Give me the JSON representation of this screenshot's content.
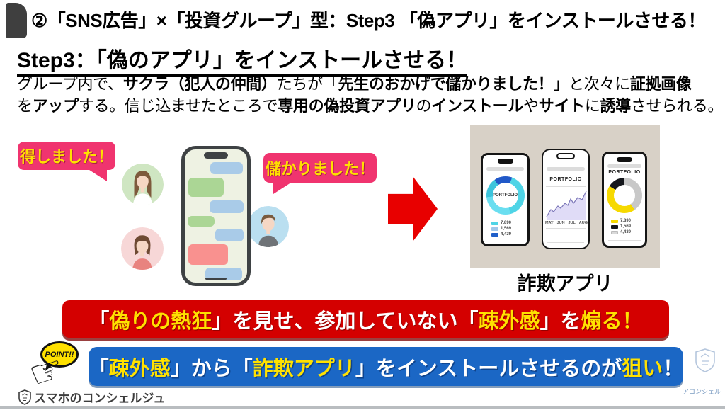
{
  "header": {
    "title": "②「SNS広告」×「投資グループ」型：Step3 「偽アプリ」をインストールさせる！",
    "tab_color": "#3f3f3f"
  },
  "step_heading": "Step3：「偽のアプリ」をインストールさせる！",
  "body": {
    "line1": [
      {
        "t": "グループ内で、",
        "bold": false
      },
      {
        "t": "サクラ（犯人の仲間）",
        "bold": true
      },
      {
        "t": "たちが「",
        "bold": false
      },
      {
        "t": "先生のおかげで儲かりました！",
        "bold": true
      },
      {
        "t": "」と次々に",
        "bold": false
      },
      {
        "t": "証拠画像",
        "bold": true
      }
    ],
    "line2": [
      {
        "t": "を",
        "bold": false
      },
      {
        "t": "アップ",
        "bold": true
      },
      {
        "t": "する。信じ込ませたところで",
        "bold": false
      },
      {
        "t": "専用の偽投資アプリ",
        "bold": true
      },
      {
        "t": "の",
        "bold": false
      },
      {
        "t": "インストール",
        "bold": true
      },
      {
        "t": "や",
        "bold": false
      },
      {
        "t": "サイト",
        "bold": true
      },
      {
        "t": "に",
        "bold": false
      },
      {
        "t": "誘導",
        "bold": true
      },
      {
        "t": "させられる。",
        "bold": false
      }
    ]
  },
  "illustration": {
    "left_bubble": "得しました！",
    "right_bubble": "儲かりました！",
    "caption": "詐欺アプリ",
    "avatars": [
      {
        "name": "woman-long-hair",
        "bg": "#cfe6c2"
      },
      {
        "name": "woman-bob",
        "bg": "#f7d7d7"
      },
      {
        "name": "man",
        "bg": "#badff0"
      }
    ],
    "phones": {
      "phone1": {
        "title": "PORTFOLIO",
        "legend": [
          {
            "color": "#4fd4e6",
            "value": "7,890"
          },
          {
            "color": "#9fc6ea",
            "value": "1,569"
          },
          {
            "color": "#1f5fc9",
            "value": "4,439"
          }
        ]
      },
      "phone2": {
        "title": "PORTFOLIO",
        "x_labels": [
          "MAY",
          "JUN",
          "JUL",
          "AUG"
        ],
        "trend": [
          14,
          25,
          21,
          31,
          28,
          36,
          33,
          46,
          38,
          44,
          42,
          58,
          68
        ]
      },
      "phone3": {
        "title": "PORTFOLIO",
        "legend": [
          {
            "color": "#f6d900",
            "value": "7,890"
          },
          {
            "color": "#15171c",
            "value": "1,569"
          },
          {
            "color": "#d9d9d9",
            "value": "4,439"
          }
        ]
      }
    }
  },
  "banners": {
    "red": {
      "bg": "#d40000",
      "segments": [
        {
          "t": "「",
          "yellow": false
        },
        {
          "t": "偽りの熱狂",
          "yellow": true
        },
        {
          "t": "」を見せ、参加していない「",
          "yellow": false
        },
        {
          "t": "疎外感",
          "yellow": true
        },
        {
          "t": "」を",
          "yellow": false
        },
        {
          "t": "煽る",
          "yellow": true
        },
        {
          "t": "！",
          "yellow": true
        }
      ]
    },
    "blue": {
      "bg": "#1b67c5",
      "segments": [
        {
          "t": "「",
          "yellow": false
        },
        {
          "t": "疎外感",
          "yellow": true
        },
        {
          "t": "」から「",
          "yellow": false
        },
        {
          "t": "詐欺アプリ",
          "yellow": true
        },
        {
          "t": "」をインストールさせるのが",
          "yellow": false
        },
        {
          "t": "狙い",
          "yellow": true
        },
        {
          "t": "！",
          "yellow": false
        }
      ]
    }
  },
  "point_label": "POINT!!",
  "icons": {
    "point_hand": "☞"
  },
  "footer": {
    "brand": "スマホのコンシェルジュ",
    "watermark": "アコンシェル"
  },
  "colors": {
    "accent_red": "#d40000",
    "banner_blue": "#1b67c5",
    "bubble_pink": "#f0346f",
    "highlight_yellow": "#ffe100",
    "panel_beige": "#d8d1c7"
  }
}
